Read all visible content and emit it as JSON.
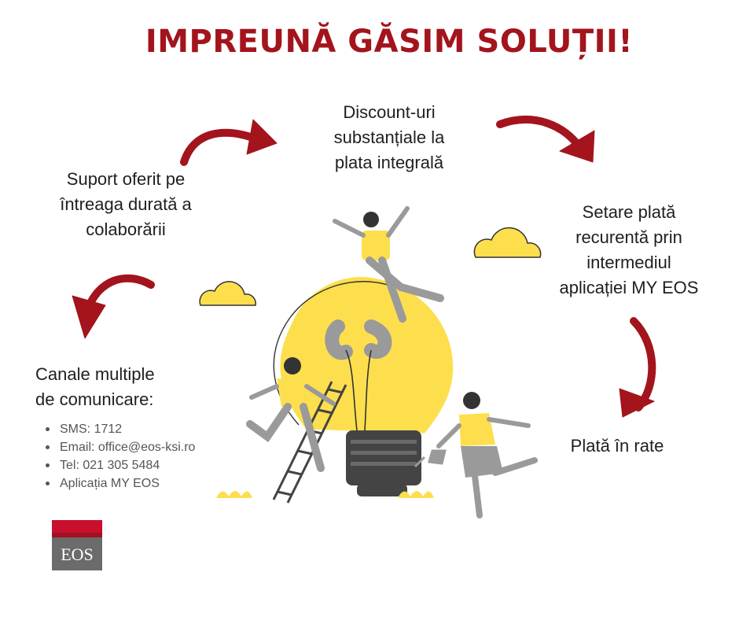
{
  "title": "IMPREUNĂ GĂSIM SOLUȚII!",
  "features": {
    "discount": "Discount-uri\nsubstanțiale la\nplata integrală",
    "support": "Suport oferit pe\nîntreaga durată a\ncolaborării",
    "recurring": "Setare plată\nrecurentă  prin\nintermediul\naplicației MY EOS",
    "installments": "Plată în rate"
  },
  "channels": {
    "heading": "Canale multiple\nde comunicare:",
    "items": [
      "SMS: 1712",
      "Email: office@eos-ksi.ro",
      "Tel: 021 305 5484",
      "Aplicația MY EOS"
    ]
  },
  "logo": {
    "text": "EOS",
    "icon": "eos-logo"
  },
  "colors": {
    "accent": "#a3141c",
    "yellow": "#fddf4e",
    "gray": "#9a9a9a",
    "dark": "#1f1f1f"
  }
}
